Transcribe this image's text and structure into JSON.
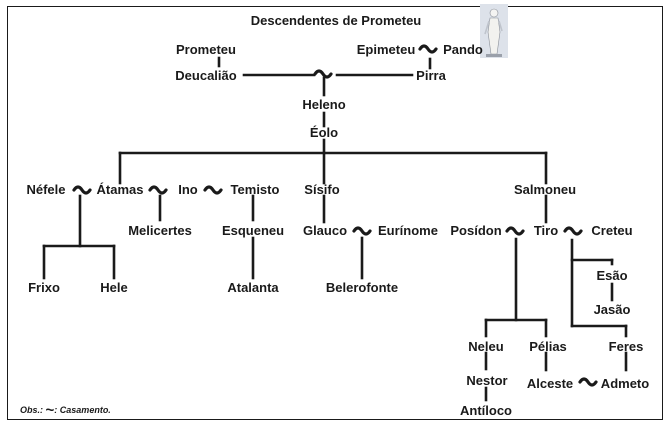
{
  "title": "Descendentes de Prometeu",
  "note": {
    "prefix": "Obs.:",
    "symbol": "~",
    "text": ": Casamento."
  },
  "people": {
    "prometeu": "Prometeu",
    "deucaliao": "Deucalião",
    "epimeteu": "Epimeteu",
    "pandora": "Pando",
    "pirra": "Pirra",
    "heleno": "Heleno",
    "eolo": "Éolo",
    "nefele": "Néfele",
    "atamas": "Átamas",
    "ino": "Ino",
    "temisto": "Temisto",
    "sisifo": "Sísifo",
    "salmoneu": "Salmoneu",
    "melicertes": "Melicertes",
    "esqueneu": "Esqueneu",
    "glauco": "Glauco",
    "eurinome": "Eurínome",
    "posidon": "Posídon",
    "tiro": "Tiro",
    "creteu": "Creteu",
    "frixo": "Frixo",
    "hele": "Hele",
    "atalanta": "Atalanta",
    "belerofonte": "Belerofonte",
    "esao": "Esão",
    "jasao": "Jasão",
    "neleu": "Neleu",
    "pelias": "Pélias",
    "feres": "Feres",
    "nestor": "Nestor",
    "alceste": "Alceste",
    "admeto": "Admeto",
    "antiloco": "Antíloco"
  },
  "marriages": [
    {
      "id": "epimeteu-pandora"
    },
    {
      "id": "deucaliao-pirra"
    },
    {
      "id": "nefele-atamas"
    },
    {
      "id": "atamas-ino"
    },
    {
      "id": "ino-temisto"
    },
    {
      "id": "glauco-eurinome"
    },
    {
      "id": "posidon-tiro"
    },
    {
      "id": "tiro-creteu"
    },
    {
      "id": "alceste-admeto"
    }
  ],
  "image": {
    "subject": "statue of Pandora"
  }
}
